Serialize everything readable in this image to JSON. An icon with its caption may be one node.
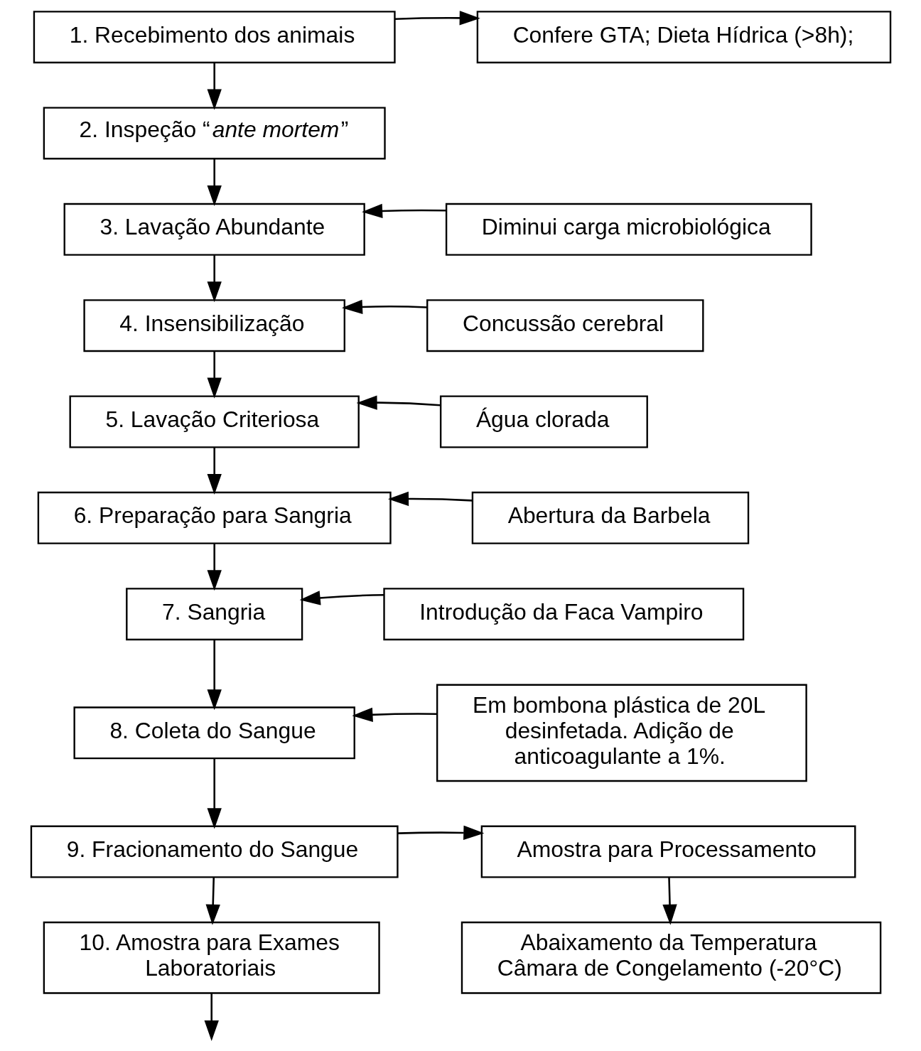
{
  "diagram": {
    "nodes": [
      {
        "text": [
          "1. Recebimento dos animais"
        ]
      },
      {
        "text": [
          "Confere GTA; Dieta Hídrica (>8h);"
        ]
      },
      {
        "text": [
          "2. Inspeção “*ante mortem*”"
        ]
      },
      {
        "text": [
          "3. Lavação Abundante"
        ]
      },
      {
        "text": [
          "Diminui carga microbiológica"
        ]
      },
      {
        "text": [
          "4. Insensibilização"
        ]
      },
      {
        "text": [
          "Concussão cerebral"
        ]
      },
      {
        "text": [
          "5. Lavação Criteriosa"
        ]
      },
      {
        "text": [
          "Água clorada"
        ]
      },
      {
        "text": [
          "6. Preparação para Sangria"
        ]
      },
      {
        "text": [
          "Abertura da Barbela"
        ]
      },
      {
        "text": [
          "7. Sangria"
        ]
      },
      {
        "text": [
          "Introdução da Faca Vampiro"
        ]
      },
      {
        "text": [
          "8. Coleta do Sangue"
        ]
      },
      {
        "text": [
          "Em bombona plástica de 20L desinfetada. Adição de anticoagulante a 1%."
        ]
      },
      {
        "text": [
          "9. Fracionamento do Sangue"
        ]
      },
      {
        "text": [
          "Amostra para Processamento"
        ]
      },
      {
        "text": [
          "10. Amostra para Exames Laboratoriais"
        ]
      },
      {
        "text": [
          "Abaixamento da Temperatura",
          "Câmara de Congelamento (-20°C)"
        ]
      }
    ],
    "edges": [
      {
        "from": 0,
        "to": 1,
        "arrow": "to"
      },
      {
        "from": 0,
        "to": 2,
        "arrow": "to"
      },
      {
        "from": 2,
        "to": 3,
        "arrow": "to"
      },
      {
        "from": 4,
        "to": 3,
        "arrow": "to"
      },
      {
        "from": 3,
        "to": 5,
        "arrow": "to"
      },
      {
        "from": 6,
        "to": 5,
        "arrow": "to"
      },
      {
        "from": 5,
        "to": 7,
        "arrow": "to"
      },
      {
        "from": 8,
        "to": 7,
        "arrow": "to"
      },
      {
        "from": 7,
        "to": 9,
        "arrow": "to"
      },
      {
        "from": 10,
        "to": 9,
        "arrow": "to"
      },
      {
        "from": 9,
        "to": 11,
        "arrow": "to"
      },
      {
        "from": 12,
        "to": 11,
        "arrow": "to"
      },
      {
        "from": 11,
        "to": 13,
        "arrow": "to"
      },
      {
        "from": 14,
        "to": 13,
        "arrow": "to"
      },
      {
        "from": 13,
        "to": 15,
        "arrow": "to"
      },
      {
        "from": 15,
        "to": 16,
        "arrow": "to"
      },
      {
        "from": 15,
        "to": 17,
        "arrow": "to"
      },
      {
        "from": 16,
        "to": 18,
        "arrow": "to"
      },
      {
        "from": 17,
        "to": null,
        "arrow": "to"
      }
    ]
  }
}
